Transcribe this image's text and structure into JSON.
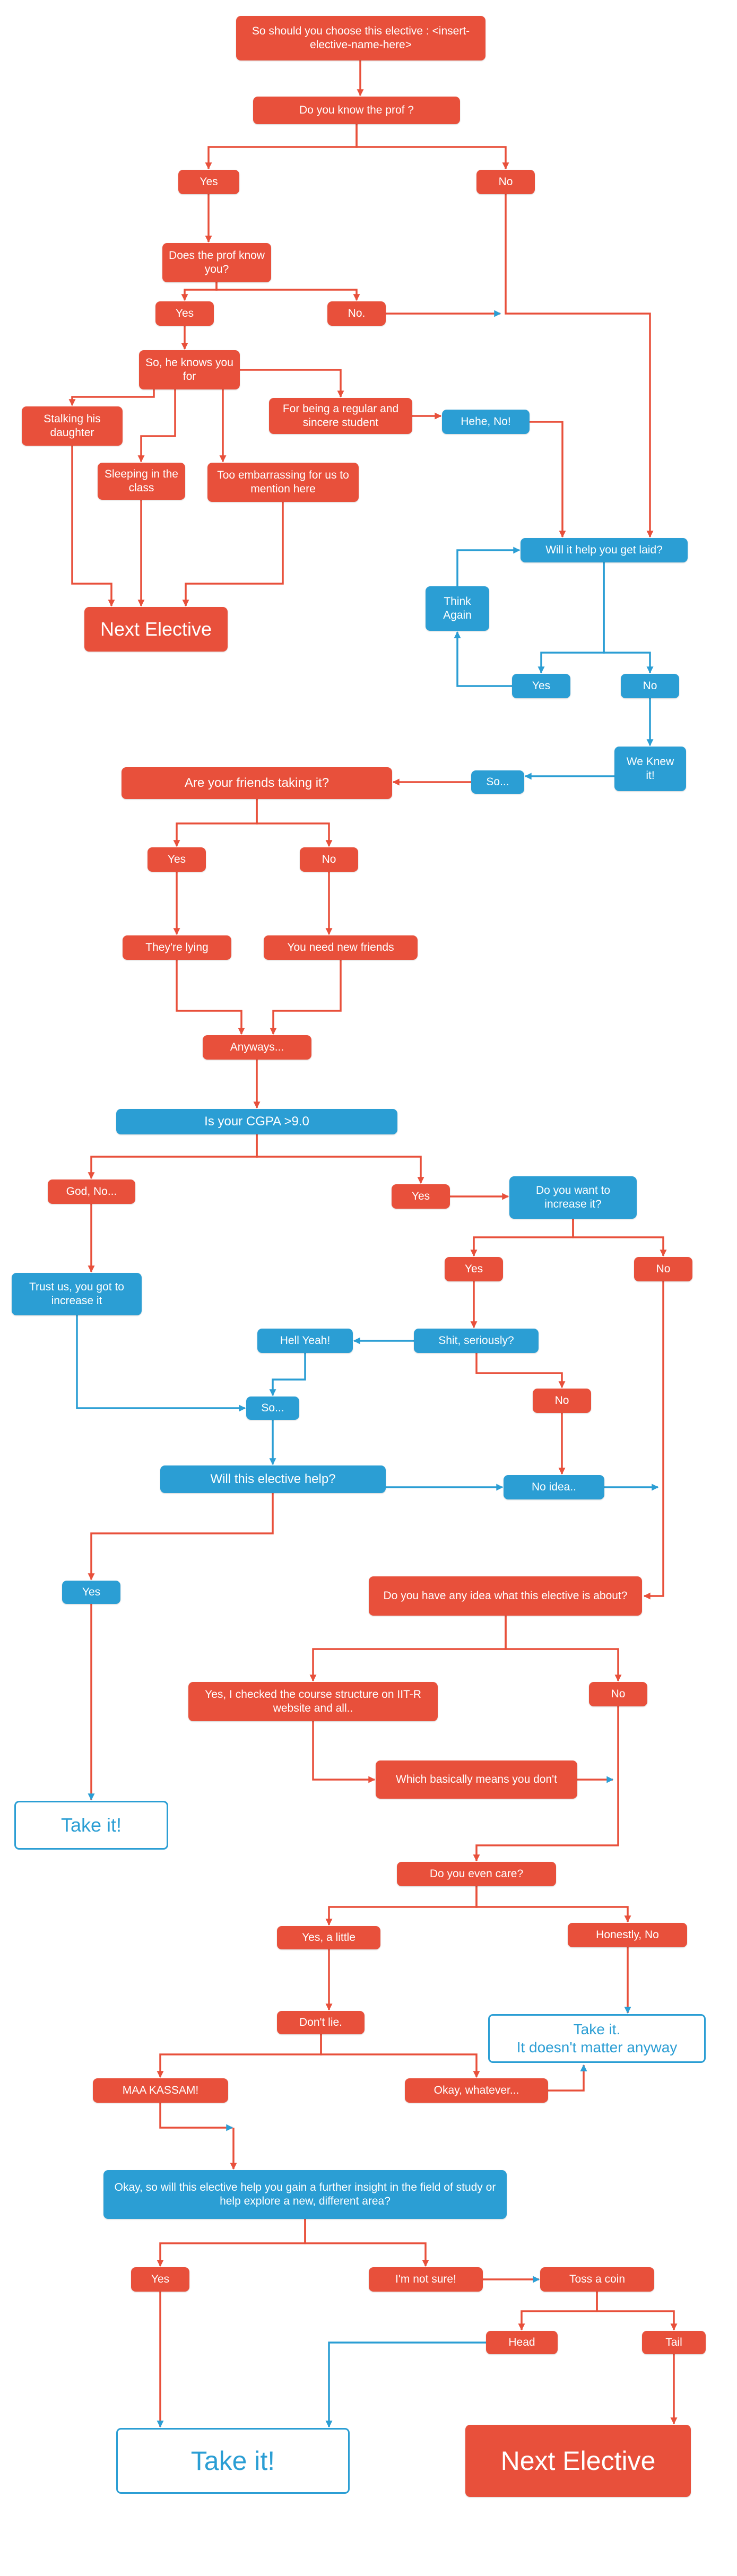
{
  "title": "Elective decision flowchart",
  "colors": {
    "node_red": "#e8503b",
    "node_blue": "#2b9ed4",
    "outline_blue": "#2b9ed4",
    "line_red": "#e8503b",
    "line_blue": "#2b9ed4",
    "background": "#ffffff",
    "text": "#ffffff"
  },
  "nodes": {
    "title": {
      "label": "So should you choose this elective : <insert-elective-name-here>"
    },
    "q_know_prof": {
      "label": "Do you know the prof ?"
    },
    "yes1": {
      "label": "Yes"
    },
    "no1": {
      "label": "No"
    },
    "q_prof_know_you": {
      "label": "Does the prof know you?"
    },
    "yes2": {
      "label": "Yes"
    },
    "no2": {
      "label": "No."
    },
    "knows_for": {
      "label": "So, he knows you for"
    },
    "stalking": {
      "label": "Stalking his daughter"
    },
    "regular": {
      "label": "For being a regular and sincere student"
    },
    "hehe_no": {
      "label": "Hehe, No!"
    },
    "sleeping": {
      "label": "Sleeping in the class"
    },
    "embarrassing": {
      "label": "Too embarrassing for us to mention here"
    },
    "get_laid": {
      "label": "Will it help you get laid?"
    },
    "think_again": {
      "label": "Think Again"
    },
    "next_elective_1": {
      "label": "Next Elective"
    },
    "yes3": {
      "label": "Yes"
    },
    "no3": {
      "label": "No"
    },
    "we_knew": {
      "label": "We Knew it!"
    },
    "so1": {
      "label": "So..."
    },
    "friends": {
      "label": "Are your friends taking it?"
    },
    "yes4": {
      "label": "Yes"
    },
    "no4": {
      "label": "No"
    },
    "lying": {
      "label": "They're lying"
    },
    "new_friends": {
      "label": "You need new friends"
    },
    "anyways": {
      "label": "Anyways..."
    },
    "cgpa": {
      "label": "Is your CGPA >9.0"
    },
    "god_no": {
      "label": "God, No..."
    },
    "yes5": {
      "label": "Yes"
    },
    "increase": {
      "label": "Do you want to increase it?"
    },
    "trust_us": {
      "label": "Trust us, you got to increase it"
    },
    "yes6": {
      "label": "Yes"
    },
    "no5": {
      "label": "No"
    },
    "hell_yeah": {
      "label": "Hell Yeah!"
    },
    "shit_seriously": {
      "label": "Shit, seriously?"
    },
    "no6": {
      "label": "No"
    },
    "so2": {
      "label": "So..."
    },
    "will_help": {
      "label": "Will this elective help?"
    },
    "no_idea": {
      "label": "No idea.."
    },
    "yes7": {
      "label": "Yes"
    },
    "any_idea": {
      "label": "Do you have any idea what this elective is about?"
    },
    "checked": {
      "label": "Yes, I checked the course structure on IIT-R website and all.."
    },
    "no7": {
      "label": "No"
    },
    "basically": {
      "label": "Which basically means you don't"
    },
    "take_it_1": {
      "label": "Take it!"
    },
    "even_care": {
      "label": "Do you even care?"
    },
    "yes_little": {
      "label": "Yes, a little"
    },
    "honestly_no": {
      "label": "Honestly, No"
    },
    "dont_lie": {
      "label": "Don't lie."
    },
    "take_it_2": {
      "label": "Take it.\nIt doesn't matter anyway"
    },
    "maa_kassam": {
      "label": "MAA KASSAM!"
    },
    "okay_whatever": {
      "label": "Okay, whatever..."
    },
    "insight": {
      "label": "Okay, so will this elective help you gain a further insight in the field of study or help explore a new,  different area?"
    },
    "yes8": {
      "label": "Yes"
    },
    "not_sure": {
      "label": "I'm not sure!"
    },
    "toss": {
      "label": "Toss a coin"
    },
    "head": {
      "label": "Head"
    },
    "tail": {
      "label": "Tail"
    },
    "take_it_final": {
      "label": "Take it!"
    },
    "next_elective_2": {
      "label": "Next Elective"
    }
  },
  "edges": [
    {
      "from": "title",
      "to": "q_know_prof"
    },
    {
      "from": "q_know_prof",
      "to": "yes1"
    },
    {
      "from": "q_know_prof",
      "to": "no1"
    },
    {
      "from": "yes1",
      "to": "q_prof_know_you"
    },
    {
      "from": "q_prof_know_you",
      "to": "yes2"
    },
    {
      "from": "q_prof_know_you",
      "to": "no2"
    },
    {
      "from": "yes2",
      "to": "knows_for"
    },
    {
      "from": "no2",
      "to": "no1_rail"
    },
    {
      "from": "no1",
      "to": "get_laid"
    },
    {
      "from": "knows_for",
      "to": "stalking"
    },
    {
      "from": "knows_for",
      "to": "sleeping"
    },
    {
      "from": "knows_for",
      "to": "embarrassing"
    },
    {
      "from": "knows_for",
      "to": "regular"
    },
    {
      "from": "regular",
      "to": "hehe_no"
    },
    {
      "from": "hehe_no",
      "to": "get_laid"
    },
    {
      "from": "stalking",
      "to": "next_elective_1"
    },
    {
      "from": "sleeping",
      "to": "next_elective_1"
    },
    {
      "from": "embarrassing",
      "to": "next_elective_1"
    },
    {
      "from": "get_laid",
      "to": "yes3"
    },
    {
      "from": "get_laid",
      "to": "no3"
    },
    {
      "from": "yes3",
      "to": "think_again"
    },
    {
      "from": "think_again",
      "to": "get_laid"
    },
    {
      "from": "no3",
      "to": "we_knew"
    },
    {
      "from": "we_knew",
      "to": "so1"
    },
    {
      "from": "so1",
      "to": "friends"
    },
    {
      "from": "friends",
      "to": "yes4"
    },
    {
      "from": "friends",
      "to": "no4"
    },
    {
      "from": "yes4",
      "to": "lying"
    },
    {
      "from": "no4",
      "to": "new_friends"
    },
    {
      "from": "lying",
      "to": "anyways"
    },
    {
      "from": "new_friends",
      "to": "anyways"
    },
    {
      "from": "anyways",
      "to": "cgpa"
    },
    {
      "from": "cgpa",
      "to": "god_no"
    },
    {
      "from": "cgpa",
      "to": "yes5"
    },
    {
      "from": "yes5",
      "to": "increase"
    },
    {
      "from": "god_no",
      "to": "trust_us"
    },
    {
      "from": "trust_us",
      "to": "so2"
    },
    {
      "from": "increase",
      "to": "yes6"
    },
    {
      "from": "increase",
      "to": "no5"
    },
    {
      "from": "yes6",
      "to": "shit_seriously"
    },
    {
      "from": "shit_seriously",
      "to": "hell_yeah"
    },
    {
      "from": "shit_seriously",
      "to": "no6"
    },
    {
      "from": "hell_yeah",
      "to": "so2"
    },
    {
      "from": "so2",
      "to": "will_help"
    },
    {
      "from": "no6",
      "to": "no_idea"
    },
    {
      "from": "will_help",
      "to": "no_idea"
    },
    {
      "from": "will_help",
      "to": "yes7"
    },
    {
      "from": "no_idea",
      "to": "any_idea"
    },
    {
      "from": "no5",
      "to": "any_idea"
    },
    {
      "from": "yes7",
      "to": "take_it_1"
    },
    {
      "from": "any_idea",
      "to": "checked"
    },
    {
      "from": "any_idea",
      "to": "no7"
    },
    {
      "from": "checked",
      "to": "basically"
    },
    {
      "from": "basically",
      "to": "no7_rail"
    },
    {
      "from": "no7",
      "to": "even_care"
    },
    {
      "from": "even_care",
      "to": "yes_little"
    },
    {
      "from": "even_care",
      "to": "honestly_no"
    },
    {
      "from": "yes_little",
      "to": "dont_lie"
    },
    {
      "from": "honestly_no",
      "to": "take_it_2"
    },
    {
      "from": "dont_lie",
      "to": "maa_kassam"
    },
    {
      "from": "dont_lie",
      "to": "okay_whatever"
    },
    {
      "from": "okay_whatever",
      "to": "take_it_2"
    },
    {
      "from": "maa_kassam",
      "to": "insight"
    },
    {
      "from": "insight",
      "to": "yes8"
    },
    {
      "from": "insight",
      "to": "not_sure"
    },
    {
      "from": "not_sure",
      "to": "toss"
    },
    {
      "from": "toss",
      "to": "head"
    },
    {
      "from": "toss",
      "to": "tail"
    },
    {
      "from": "head",
      "to": "take_it_final"
    },
    {
      "from": "yes8",
      "to": "take_it_final"
    },
    {
      "from": "tail",
      "to": "next_elective_2"
    }
  ]
}
